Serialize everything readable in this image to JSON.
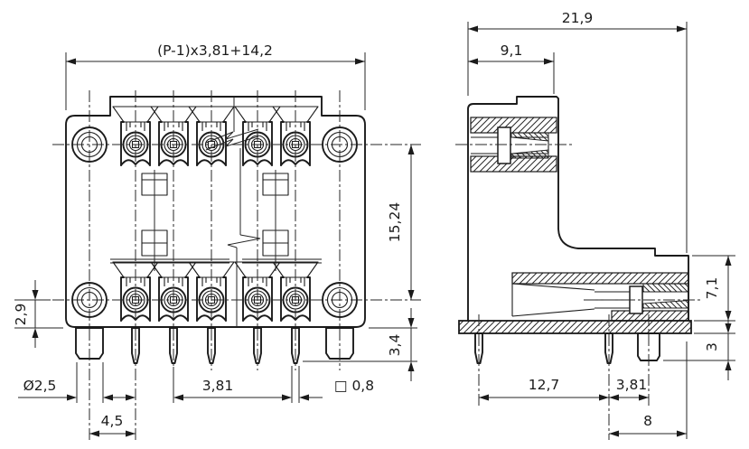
{
  "drawing": {
    "kind": "technical-dimension-drawing",
    "colors": {
      "line": "#1b1b1b",
      "background": "#ffffff"
    }
  },
  "dimensions": {
    "front_view": {
      "total_width": "(P-1)x3,81+14,2",
      "row_spacing": "15,24",
      "pin_protrusion": "3,4",
      "mount_offset": "2,9",
      "peg_diameter": "Ø2,5",
      "pin_pitch": "3,81",
      "pin_square": "□ 0,8",
      "hole_to_pin": "4,5"
    },
    "side_view": {
      "total_depth": "21,9",
      "upper_depth": "9,1",
      "lower_height": "7,1",
      "peg_length": "3",
      "pin_row_offset": "12,7",
      "pin_to_peg": "3,81",
      "peg_to_edge": "8"
    }
  }
}
